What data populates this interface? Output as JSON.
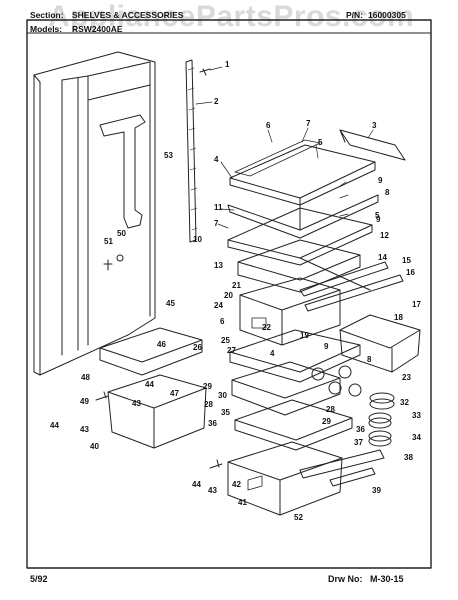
{
  "header": {
    "section_label": "Section:",
    "section_value": "SHELVES & ACCESSORIES",
    "pn_label": "P/N:",
    "pn_value": "16000305",
    "models_label": "Models:",
    "models_value": "RSW2400AE"
  },
  "watermark": "AppliancePartsPros.com",
  "footer": {
    "date": "5/92",
    "drawing_label": "Drw No:",
    "drawing_value": "M-30-15"
  },
  "callouts": [
    {
      "n": "1"
    },
    {
      "n": "2"
    },
    {
      "n": "3"
    },
    {
      "n": "4"
    },
    {
      "n": "5"
    },
    {
      "n": "6"
    },
    {
      "n": "7"
    },
    {
      "n": "8"
    },
    {
      "n": "9"
    },
    {
      "n": "10"
    },
    {
      "n": "11"
    },
    {
      "n": "12"
    },
    {
      "n": "13"
    },
    {
      "n": "14"
    },
    {
      "n": "15"
    },
    {
      "n": "16"
    },
    {
      "n": "17"
    },
    {
      "n": "18"
    },
    {
      "n": "19"
    },
    {
      "n": "20"
    },
    {
      "n": "21"
    },
    {
      "n": "22"
    },
    {
      "n": "23"
    },
    {
      "n": "24"
    },
    {
      "n": "25"
    },
    {
      "n": "26"
    },
    {
      "n": "27"
    },
    {
      "n": "28"
    },
    {
      "n": "29"
    },
    {
      "n": "30"
    },
    {
      "n": "32"
    },
    {
      "n": "33"
    },
    {
      "n": "34"
    },
    {
      "n": "35"
    },
    {
      "n": "36"
    },
    {
      "n": "37"
    },
    {
      "n": "38"
    },
    {
      "n": "39"
    },
    {
      "n": "40"
    },
    {
      "n": "41"
    },
    {
      "n": "42"
    },
    {
      "n": "43"
    },
    {
      "n": "44"
    },
    {
      "n": "45"
    },
    {
      "n": "46"
    },
    {
      "n": "47"
    },
    {
      "n": "48"
    },
    {
      "n": "49"
    },
    {
      "n": "50"
    },
    {
      "n": "51"
    },
    {
      "n": "52"
    },
    {
      "n": "53"
    }
  ]
}
